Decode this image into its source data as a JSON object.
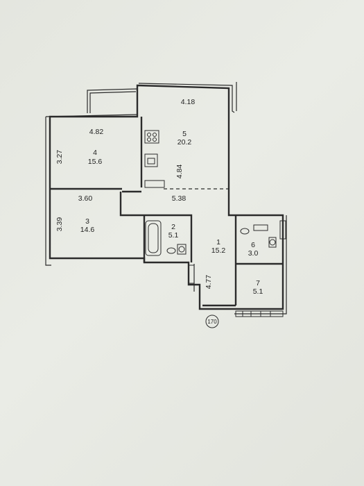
{
  "rooms": [
    {
      "number": "1",
      "area": "15.2"
    },
    {
      "number": "2",
      "area": "5.1"
    },
    {
      "number": "3",
      "area": "14.6"
    },
    {
      "number": "4",
      "area": "15.6"
    },
    {
      "number": "5",
      "area": "20.2"
    },
    {
      "number": "6",
      "area": "3.0"
    },
    {
      "number": "7",
      "area": "5.1"
    }
  ],
  "dimensions": [
    "4.18",
    "4.82",
    "3.27",
    "4.84",
    "3.60",
    "5.38",
    "3.39",
    "4.77"
  ],
  "marker": "170"
}
